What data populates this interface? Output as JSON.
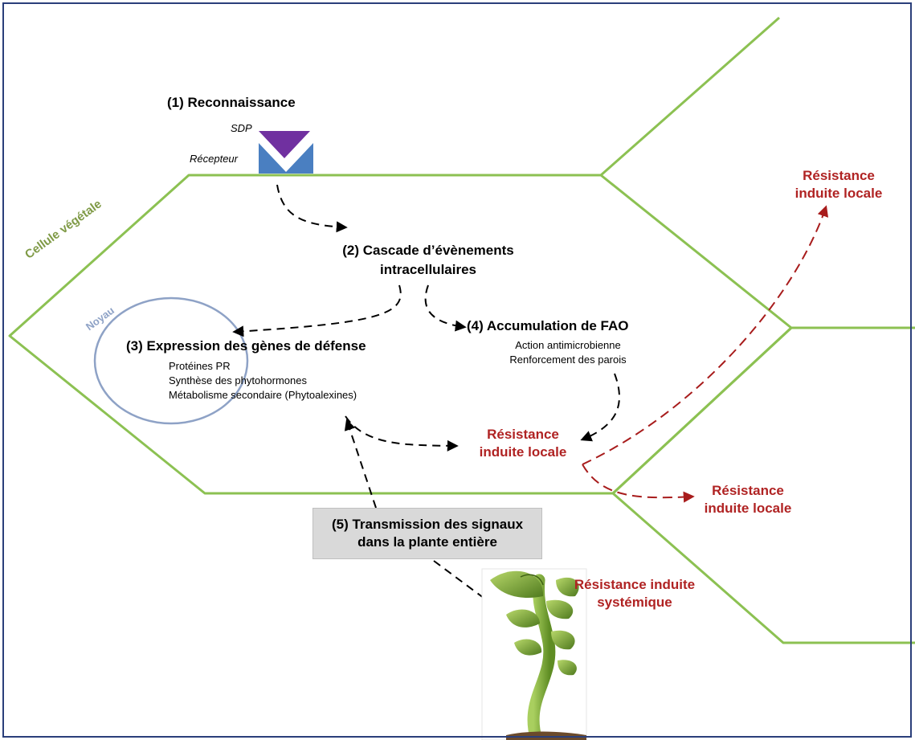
{
  "labels": {
    "reconnaissance": "(1) Reconnaissance",
    "sdp": "SDP",
    "recepteur": "Récepteur",
    "cellule_vegetale": "Cellule végétale",
    "noyau": "Noyau",
    "cascade_line1": "(2) Cascade d’évènements",
    "cascade_line2": "intracellulaires",
    "expression": "(3) Expression des gènes de défense",
    "expression_items": [
      "Protéines PR",
      "Synthèse des phytohormones",
      "Métabolisme secondaire (Phytoalexines)"
    ],
    "accumulation": "(4) Accumulation de FAO",
    "accumulation_items": [
      "Action antimicrobienne",
      "Renforcement des parois"
    ],
    "transmission_line1": "(5) Transmission des signaux",
    "transmission_line2": "dans la plante entière",
    "resistance_center_line1": "Résistance",
    "resistance_center_line2": "induite locale",
    "resistance_top_line1": "Résistance",
    "resistance_top_line2": "induite locale",
    "resistance_bottom_line1": "Résistance",
    "resistance_bottom_line2": "induite locale",
    "systemique_line1": "Résistance induite",
    "systemique_line2": "systémique"
  },
  "colors": {
    "cell_wall": "#8cc152",
    "cell_label": "#7f9a46",
    "nucleus": "#8ea2c6",
    "nucleus_label": "#8ea2c6",
    "ligand": "#7030a0",
    "receptor": "#4a7fc1",
    "arrow_black": "#000000",
    "arrow_red": "#a81c1c",
    "resistance_text": "#b02323",
    "transmission_box": "#d9d9d9",
    "frame": "#2b3f7a"
  },
  "icons": {
    "ligand": "purple-triangle",
    "receptor": "blue-receptor",
    "plant": "plant-seedling"
  }
}
